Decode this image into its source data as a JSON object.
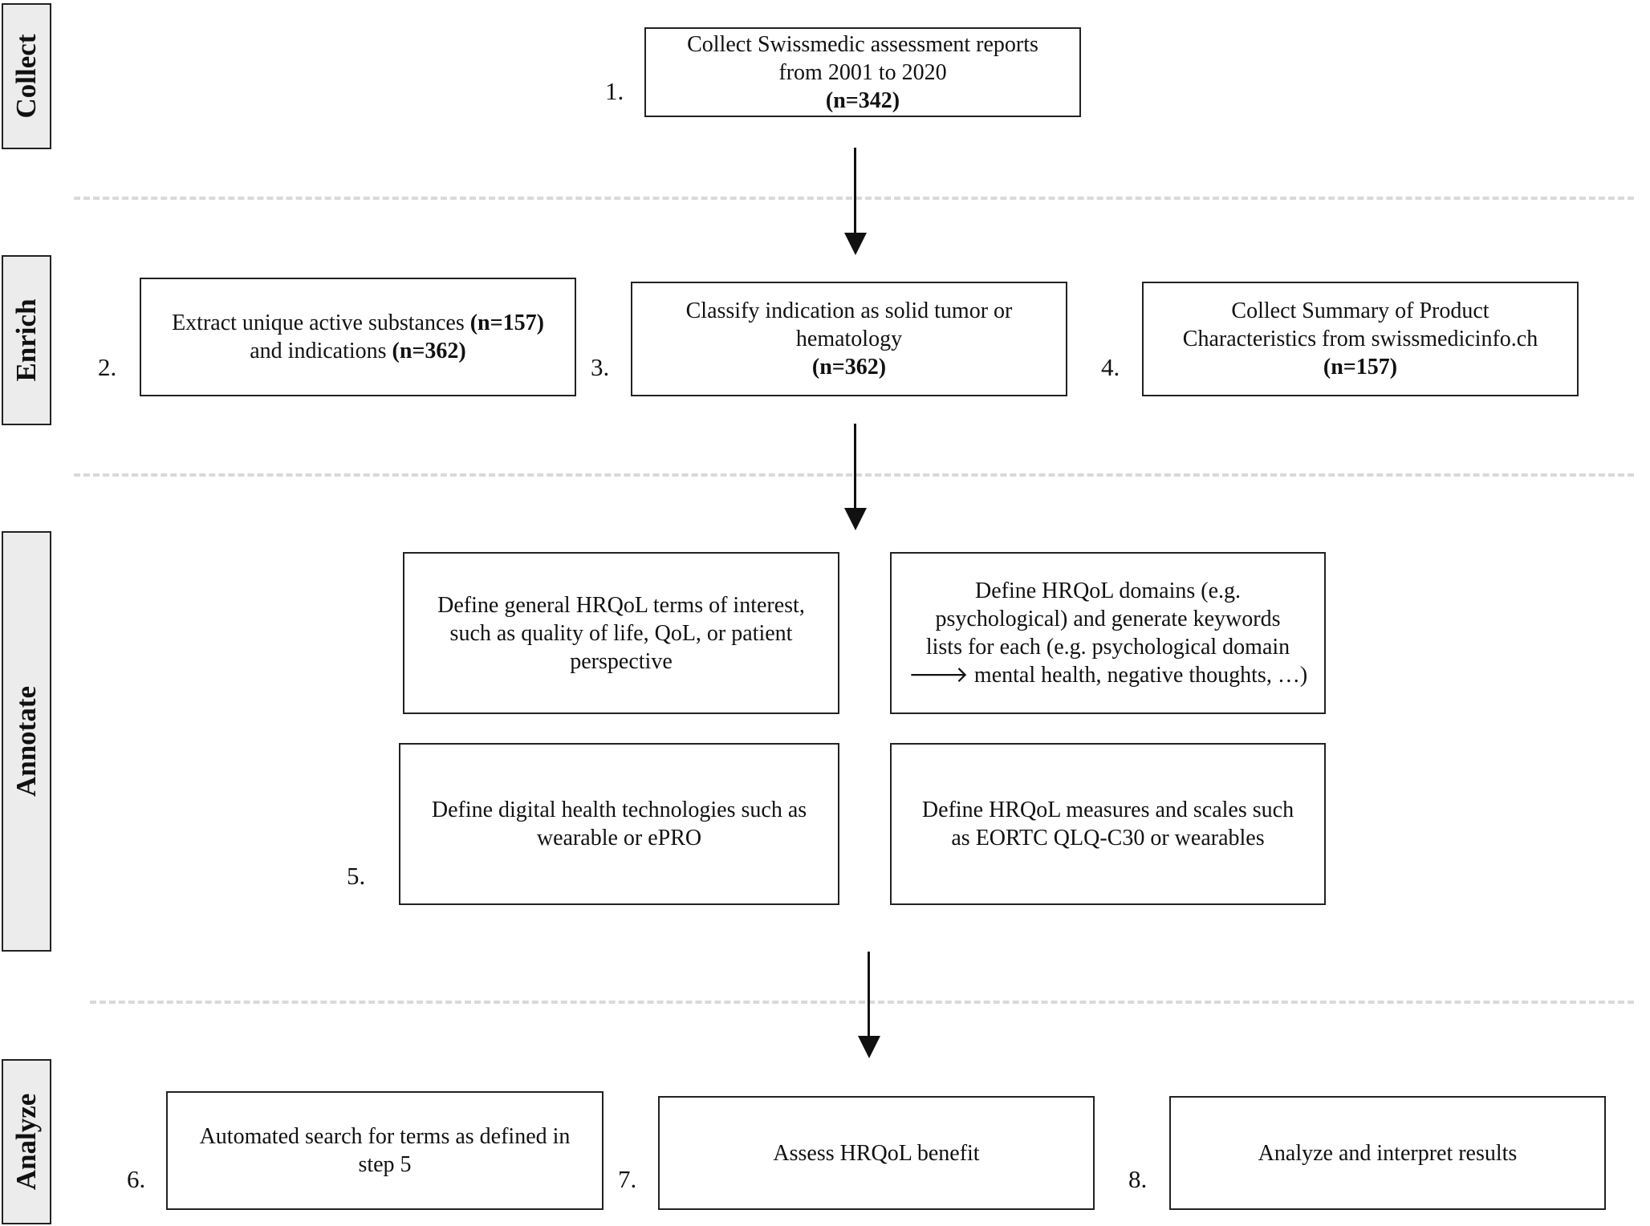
{
  "stages": {
    "collect": "Collect",
    "enrich": "Enrich",
    "annotate": "Annotate",
    "analyze": "Analyze"
  },
  "steps": {
    "s1": {
      "number": "1.",
      "line1": "Collect Swissmedic assessment reports",
      "line2": "from 2001 to 2020",
      "count": "(n=342)"
    },
    "s2": {
      "number": "2.",
      "line1_text": "Extract unique active substances ",
      "line1_count": "(n=157)",
      "line2_text": "and indications ",
      "line2_count": "(n=362)"
    },
    "s3": {
      "number": "3.",
      "line1": "Classify indication as solid tumor or",
      "line2": "hematology",
      "count": "(n=362)"
    },
    "s4": {
      "number": "4.",
      "line1": "Collect Summary of Product",
      "line2": "Characteristics from swissmedicinfo.ch",
      "count": "(n=157)"
    },
    "s5": {
      "number": "5.",
      "terms": {
        "line1": "Define general HRQoL terms of interest,",
        "line2": "such as quality of life, QoL, or patient",
        "line3": "perspective"
      },
      "domains": {
        "line1": "Define HRQoL domains (e.g.",
        "line2": "psychological) and generate keywords",
        "line3": "lists for each (e.g. psychological domain",
        "line4": "🡒 mental health, negative thoughts, …)"
      },
      "digital": {
        "line1": "Define digital health technologies such as",
        "line2": "wearable or ePRO"
      },
      "measures": {
        "line1": "Define HRQoL measures and scales such",
        "line2": "as EORTC QLQ-C30 or wearables"
      }
    },
    "s6": {
      "number": "6.",
      "line1": "Automated search for terms as defined in",
      "line2": "step 5"
    },
    "s7": {
      "number": "7.",
      "line1": "Assess HRQoL benefit"
    },
    "s8": {
      "number": "8.",
      "line1": "Analyze and interpret results"
    }
  }
}
